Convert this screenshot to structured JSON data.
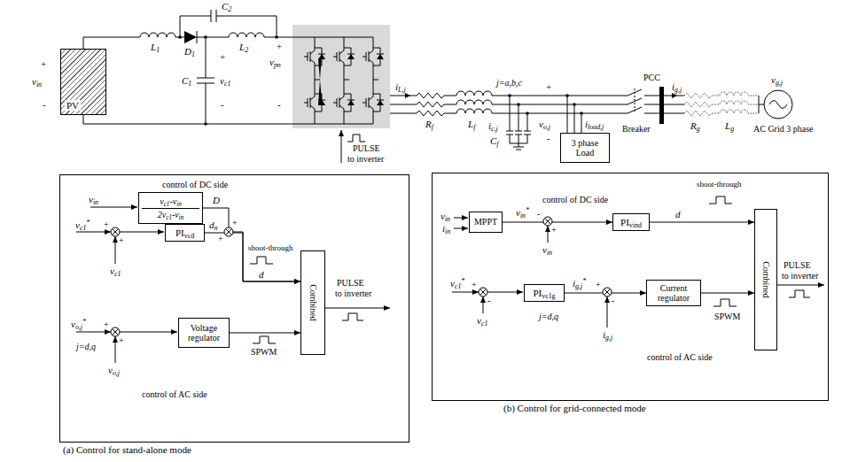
{
  "diagram": {
    "nodes": [
      {
        "text": [
          "PV"
        ]
      },
      {
        "text": [
          "3 phase Load"
        ]
      },
      {
        "text": [
          "(a) Control for stand-alone mode"
        ]
      },
      {
        "text": [
          "vc1-vin",
          "2vc1-vin"
        ],
        "in": 2
      },
      {
        "text": [
          "PIvcd"
        ],
        "in": 2
      },
      {
        "text": [
          "Combined"
        ],
        "in": 2
      },
      {
        "text": [
          "Voltage regulator"
        ],
        "in": 2
      },
      {
        "text": [
          "(b) Control for grid-connected mode"
        ]
      },
      {
        "text": [
          "MPPT"
        ],
        "in": 7
      },
      {
        "text": [
          "PIvind"
        ],
        "in": 7
      },
      {
        "text": [
          "PIvc1g"
        ],
        "in": 7
      },
      {
        "text": [
          "Current regulator"
        ],
        "in": 7
      },
      {
        "text": [
          "Combined"
        ],
        "in": 7
      }
    ],
    "edges": [
      {
        "from": 3,
        "to": 5,
        "arrow": "to"
      },
      {
        "from": 4,
        "to": 5,
        "arrow": "to"
      },
      {
        "from": 6,
        "to": 5,
        "arrow": "to"
      },
      {
        "from": 8,
        "to": 9,
        "arrow": "to"
      },
      {
        "from": 9,
        "to": 12,
        "arrow": "to"
      },
      {
        "from": 10,
        "to": 11,
        "arrow": "to"
      },
      {
        "from": 11,
        "to": 12,
        "arrow": "to"
      }
    ],
    "labels": [
      "+",
      "vin",
      "-",
      "L1",
      "D1",
      "C2",
      "L2",
      "C1",
      "+",
      "vc1",
      "-",
      "+",
      "vpn",
      "-",
      "PULSE",
      "to inverter",
      "Rf",
      "Lf",
      "iL,j",
      "j=a,b,c",
      "ic,j",
      "Cf",
      "+",
      "vo,j",
      "-",
      "iload,j",
      "Breaker",
      "PCC",
      "ig,j",
      "Rg",
      "Lg",
      "vg,j",
      "AC Grid 3 phase",
      "control of DC side",
      "vin",
      "D",
      "vc1*",
      "+",
      "+",
      "vc1",
      "dn",
      "+",
      "+",
      "shoot-through",
      "d",
      "PULSE",
      "to inverter",
      "vo,j*",
      "+",
      "+",
      "j=d,q",
      "vo,j",
      "SPWM",
      "control of AC side",
      "control of DC side",
      "shoot-through",
      "vin",
      "iin",
      "vin*",
      "-",
      "+",
      "vin",
      "d",
      "PULSE",
      "to inverter",
      "vc1*",
      "+",
      "-",
      "vc1",
      "ig,j*",
      "+",
      "-",
      "j=d,q",
      "ig,j",
      "SPWM",
      "control of AC side"
    ]
  }
}
